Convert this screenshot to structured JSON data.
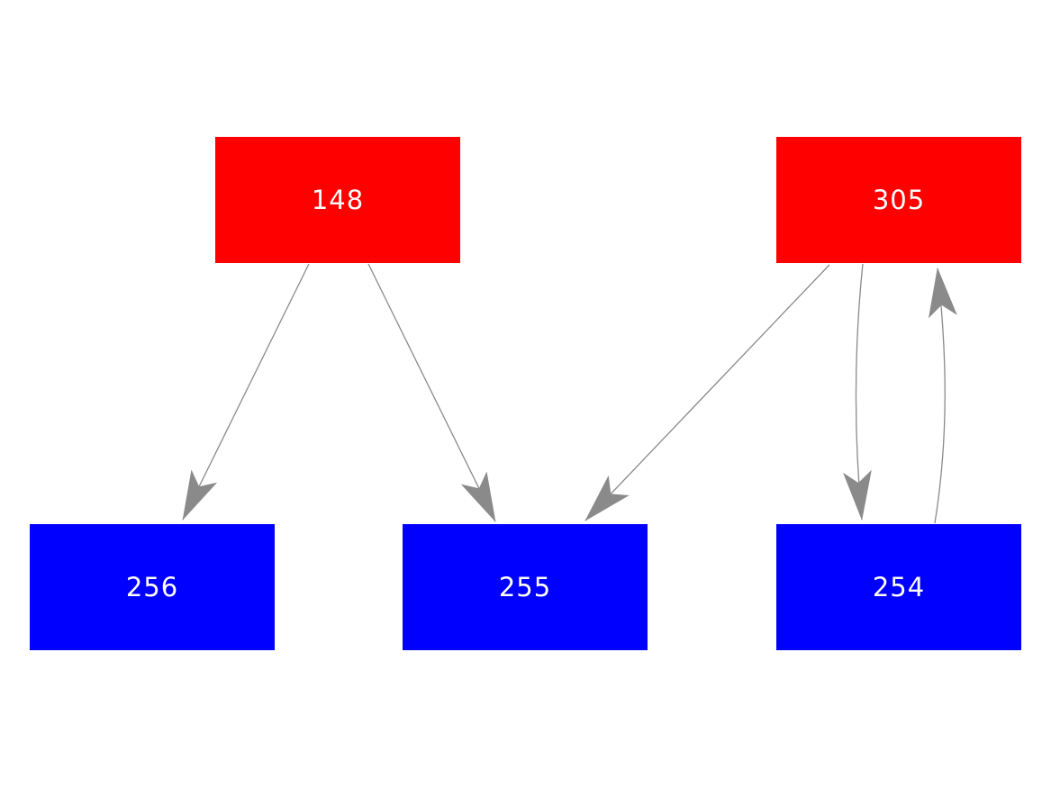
{
  "diagram": {
    "background_color": "#ffffff",
    "parent_node_color": "#ff0000",
    "child_node_color": "#0000ff",
    "edge_color": "#8a8a8a",
    "node_text_color": "#ffffff",
    "nodes": [
      {
        "id": "148",
        "label": "148",
        "role": "parent",
        "color": "#ff0000"
      },
      {
        "id": "305",
        "label": "305",
        "role": "parent",
        "color": "#ff0000"
      },
      {
        "id": "256",
        "label": "256",
        "role": "child",
        "color": "#0000ff"
      },
      {
        "id": "255",
        "label": "255",
        "role": "child",
        "color": "#0000ff"
      },
      {
        "id": "254",
        "label": "254",
        "role": "child",
        "color": "#0000ff"
      }
    ],
    "edges": [
      {
        "from": "148",
        "to": "256",
        "style": "straight"
      },
      {
        "from": "148",
        "to": "255",
        "style": "straight"
      },
      {
        "from": "305",
        "to": "255",
        "style": "straight"
      },
      {
        "from": "305",
        "to": "254",
        "style": "curved"
      },
      {
        "from": "254",
        "to": "305",
        "style": "curved"
      }
    ]
  }
}
